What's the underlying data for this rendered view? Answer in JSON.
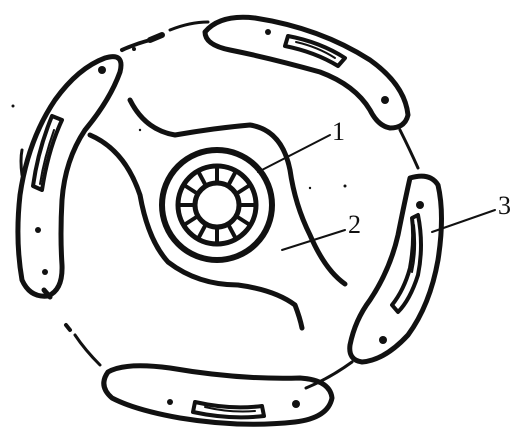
{
  "figure": {
    "labels": [
      {
        "id": "label-1",
        "text": "1"
      },
      {
        "id": "label-2",
        "text": "2"
      },
      {
        "id": "label-3",
        "text": "3"
      }
    ]
  },
  "colors": {
    "ink": "#111111",
    "background": "#ffffff"
  }
}
